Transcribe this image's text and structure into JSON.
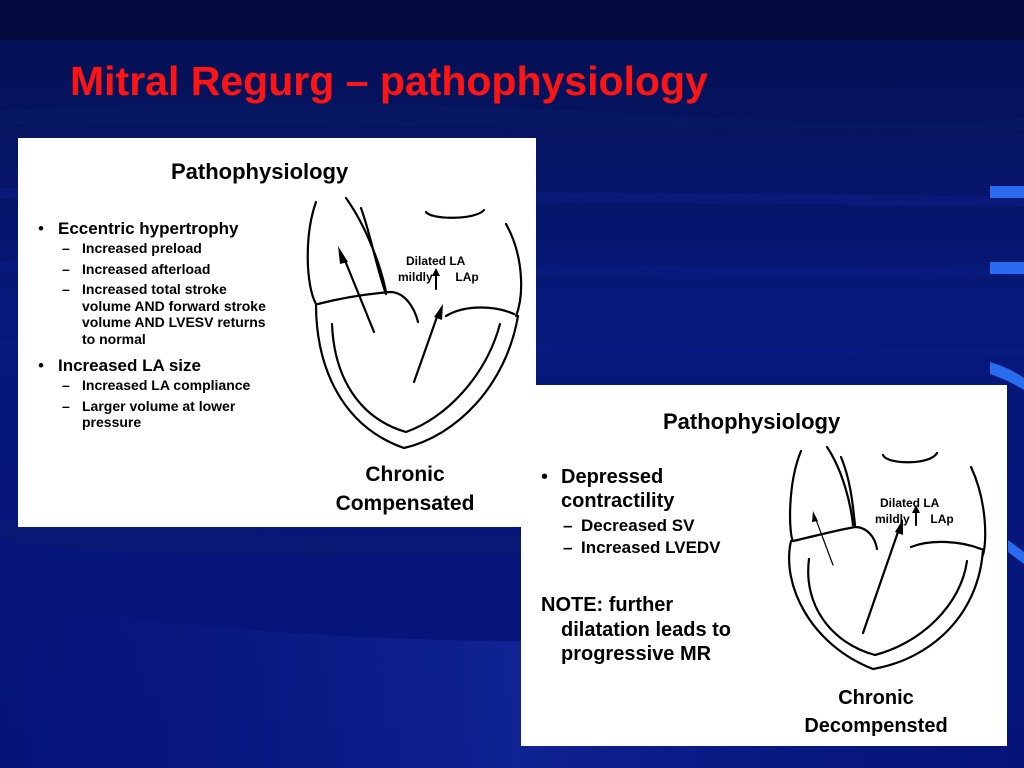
{
  "slide": {
    "title": "Mitral Regurg – pathophysiology"
  },
  "panel_left": {
    "title": "Pathophysiology",
    "bullets": [
      {
        "text": "Eccentric hypertrophy",
        "sub": [
          "Increased preload",
          "Increased afterload",
          "Increased total stroke volume AND forward stroke volume AND LVESV returns to normal"
        ]
      },
      {
        "text": "Increased LA size",
        "sub": [
          "Increased LA compliance",
          "Larger volume at lower pressure"
        ]
      }
    ],
    "diagram_label_line1": "Dilated LA",
    "diagram_label_line2_left": "mildly",
    "diagram_label_line2_right": "LAp",
    "caption_line1": "Chronic",
    "caption_line2": "Compensated"
  },
  "panel_right": {
    "title": "Pathophysiology",
    "bullets": [
      {
        "text": "Depressed contractility",
        "sub": [
          "Decreased SV",
          "Increased LVEDV"
        ]
      }
    ],
    "note_head": "NOTE:  further",
    "note_rest": "dilatation leads to progressive MR",
    "diagram_label_line1": "Dilated LA",
    "diagram_label_line2_left": "mildly",
    "diagram_label_line2_right": "LAp",
    "caption_line1": "Chronic",
    "caption_line2": "Decompensted"
  },
  "colors": {
    "background": "#06147a",
    "title": "#ff1414",
    "panel": "#ffffff"
  }
}
